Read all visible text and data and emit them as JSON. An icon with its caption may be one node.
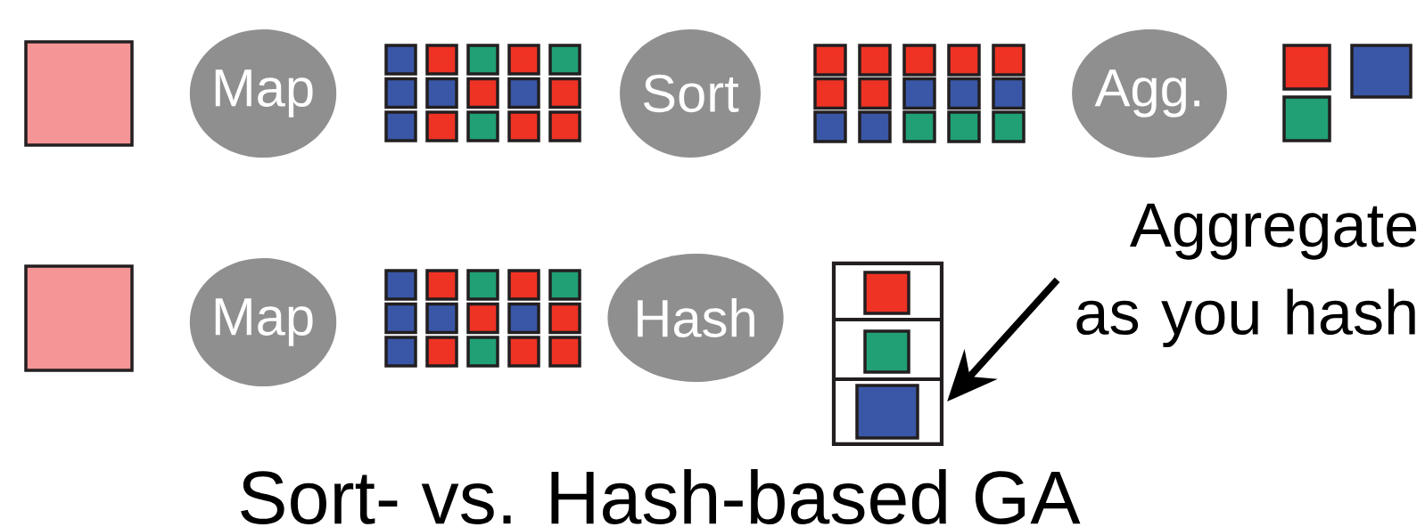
{
  "diagram": {
    "caption": "Sort- vs. Hash-based GA",
    "nodes": [
      {
        "text": [
          "Map"
        ]
      },
      {
        "text": [
          "Sort"
        ]
      },
      {
        "text": [
          "Agg."
        ]
      },
      {
        "text": [
          "Map"
        ]
      },
      {
        "text": [
          "Hash"
        ]
      },
      {
        "text": [
          "Aggregate as you hash"
        ]
      },
      {
        "text": [],
        "shape": "box"
      }
    ],
    "edges": [
      {
        "from": 5,
        "to": 6,
        "arrow": "to"
      }
    ]
  }
}
